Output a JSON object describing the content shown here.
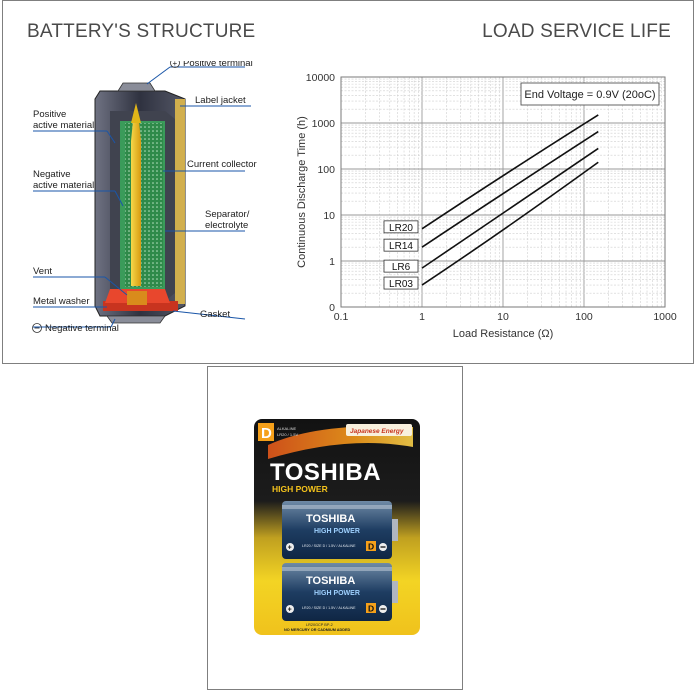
{
  "structure": {
    "title": "BATTERY'S STRUCTURE",
    "labels": {
      "positive_terminal": "Positive terminal",
      "label_jacket": "Label jacket",
      "positive_active_1": "Positive",
      "positive_active_2": "active material",
      "current_collector": "Current collector",
      "negative_active_1": "Negative",
      "negative_active_2": "active material",
      "separator_1": "Separator/",
      "separator_2": "electrolyte",
      "vent": "Vent",
      "metal_washer": "Metal washer",
      "gasket": "Gasket",
      "negative_terminal": "Negative terminal"
    },
    "colors": {
      "outer": "#3a3d4a",
      "green": "#2f8a4a",
      "rod": "#f0c21c",
      "red": "#c8341f",
      "label": "#1a56a8"
    }
  },
  "chart_data": {
    "type": "line",
    "title": "LOAD SERVICE LIFE",
    "xlabel": "Load Resistance (Ω)",
    "ylabel": "Continuous Discharge Time (h)",
    "x_scale": "log",
    "y_scale": "log",
    "xlim": [
      0.1,
      1000
    ],
    "ylim": [
      0.1,
      10000
    ],
    "x_ticks": [
      "0.1",
      "1",
      "10",
      "100",
      "1000"
    ],
    "y_ticks": [
      "10000",
      "1000",
      "100",
      "10",
      "1",
      "0"
    ],
    "grid": true,
    "annotation": "End Voltage = 0.9V (20oC)",
    "series": [
      {
        "name": "LR20",
        "x": [
          1,
          10,
          150
        ],
        "y": [
          5,
          100,
          1500
        ]
      },
      {
        "name": "LR14",
        "x": [
          1,
          10,
          150
        ],
        "y": [
          2,
          40,
          650
        ]
      },
      {
        "name": "LR6",
        "x": [
          1,
          10,
          150
        ],
        "y": [
          0.7,
          15,
          280
        ]
      },
      {
        "name": "LR03",
        "x": [
          1,
          10,
          150
        ],
        "y": [
          0.3,
          6,
          140
        ]
      }
    ]
  },
  "product": {
    "size_letter": "D",
    "small_1": "ALKALINE",
    "small_2": "LR20 / 1.5V",
    "badge": "Japanese Energy",
    "brand": "TOSHIBA",
    "line": "HIGH POWER",
    "cell_brand": "TOSHIBA",
    "cell_line": "HIGH POWER",
    "cell_size": "D",
    "cell_small": "LR20 / SIZE D / 1.5V / ALKALINE",
    "footer_1": "LR20GCP BP-2",
    "footer_2": "NO MERCURY OR CADMIUM ADDED"
  }
}
